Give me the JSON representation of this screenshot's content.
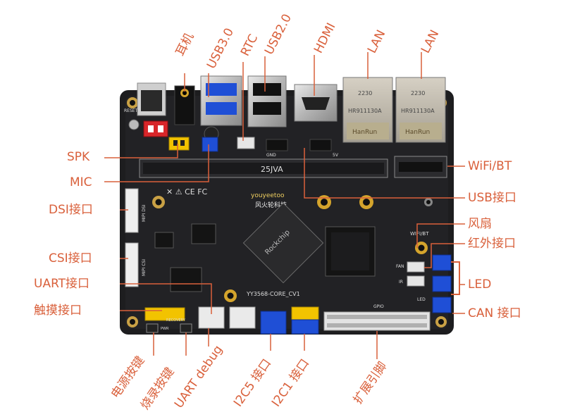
{
  "labels": {
    "earphone": "耳机",
    "usb30": "USB3.0",
    "rtc": "RTC",
    "usb20": "USB2.0",
    "hdmi": "HDMI",
    "lan1": "LAN",
    "lan2": "LAN",
    "spk": "SPK",
    "mic": "MIC",
    "dsi": "DSI接口",
    "csi": "CSI接口",
    "uart": "UART接口",
    "touch": "触摸接口",
    "wifi_bt": "WiFi/BT",
    "usb_port": "USB接口",
    "fan": "风扇",
    "ir": "红外接口",
    "led": "LED",
    "can": "CAN 接口",
    "power_key": "电源按键",
    "burn_key": "烧录按键",
    "uart_debug": "UART debug",
    "i2c5": "I2C5 接口",
    "i2c1": "I2C1 接口",
    "gpio_ext": "扩展引脚"
  },
  "board": {
    "reset": "RESET",
    "ram": "25JVA",
    "brand": "youyeetoo",
    "brand_cn": "风火轮科技",
    "core": "YY3568-CORE_CV1",
    "soc_brand": "Rockchip",
    "gpio": "GPIO",
    "wifi_silk": "WIFI/BT",
    "fan_silk": "FAN",
    "ir_silk": "IR",
    "led_silk": "LED",
    "lan_label": "2230",
    "lan_model": "HR911130A",
    "lan_brand": "HanRun",
    "gnd_silk": "GND",
    "v5_silk": "5V",
    "pwr_silk": "PWR",
    "rec_silk": "RECOVERY",
    "dsi_silk": "MIPI DSI",
    "csi_silk": "MIPI CSI"
  },
  "colors": {
    "label": "#d9603b",
    "board": "#1d1d1f",
    "gold": "#d4a42c",
    "blue": "#1f4fd6",
    "yellow": "#f2c300",
    "red": "#d8262a"
  }
}
